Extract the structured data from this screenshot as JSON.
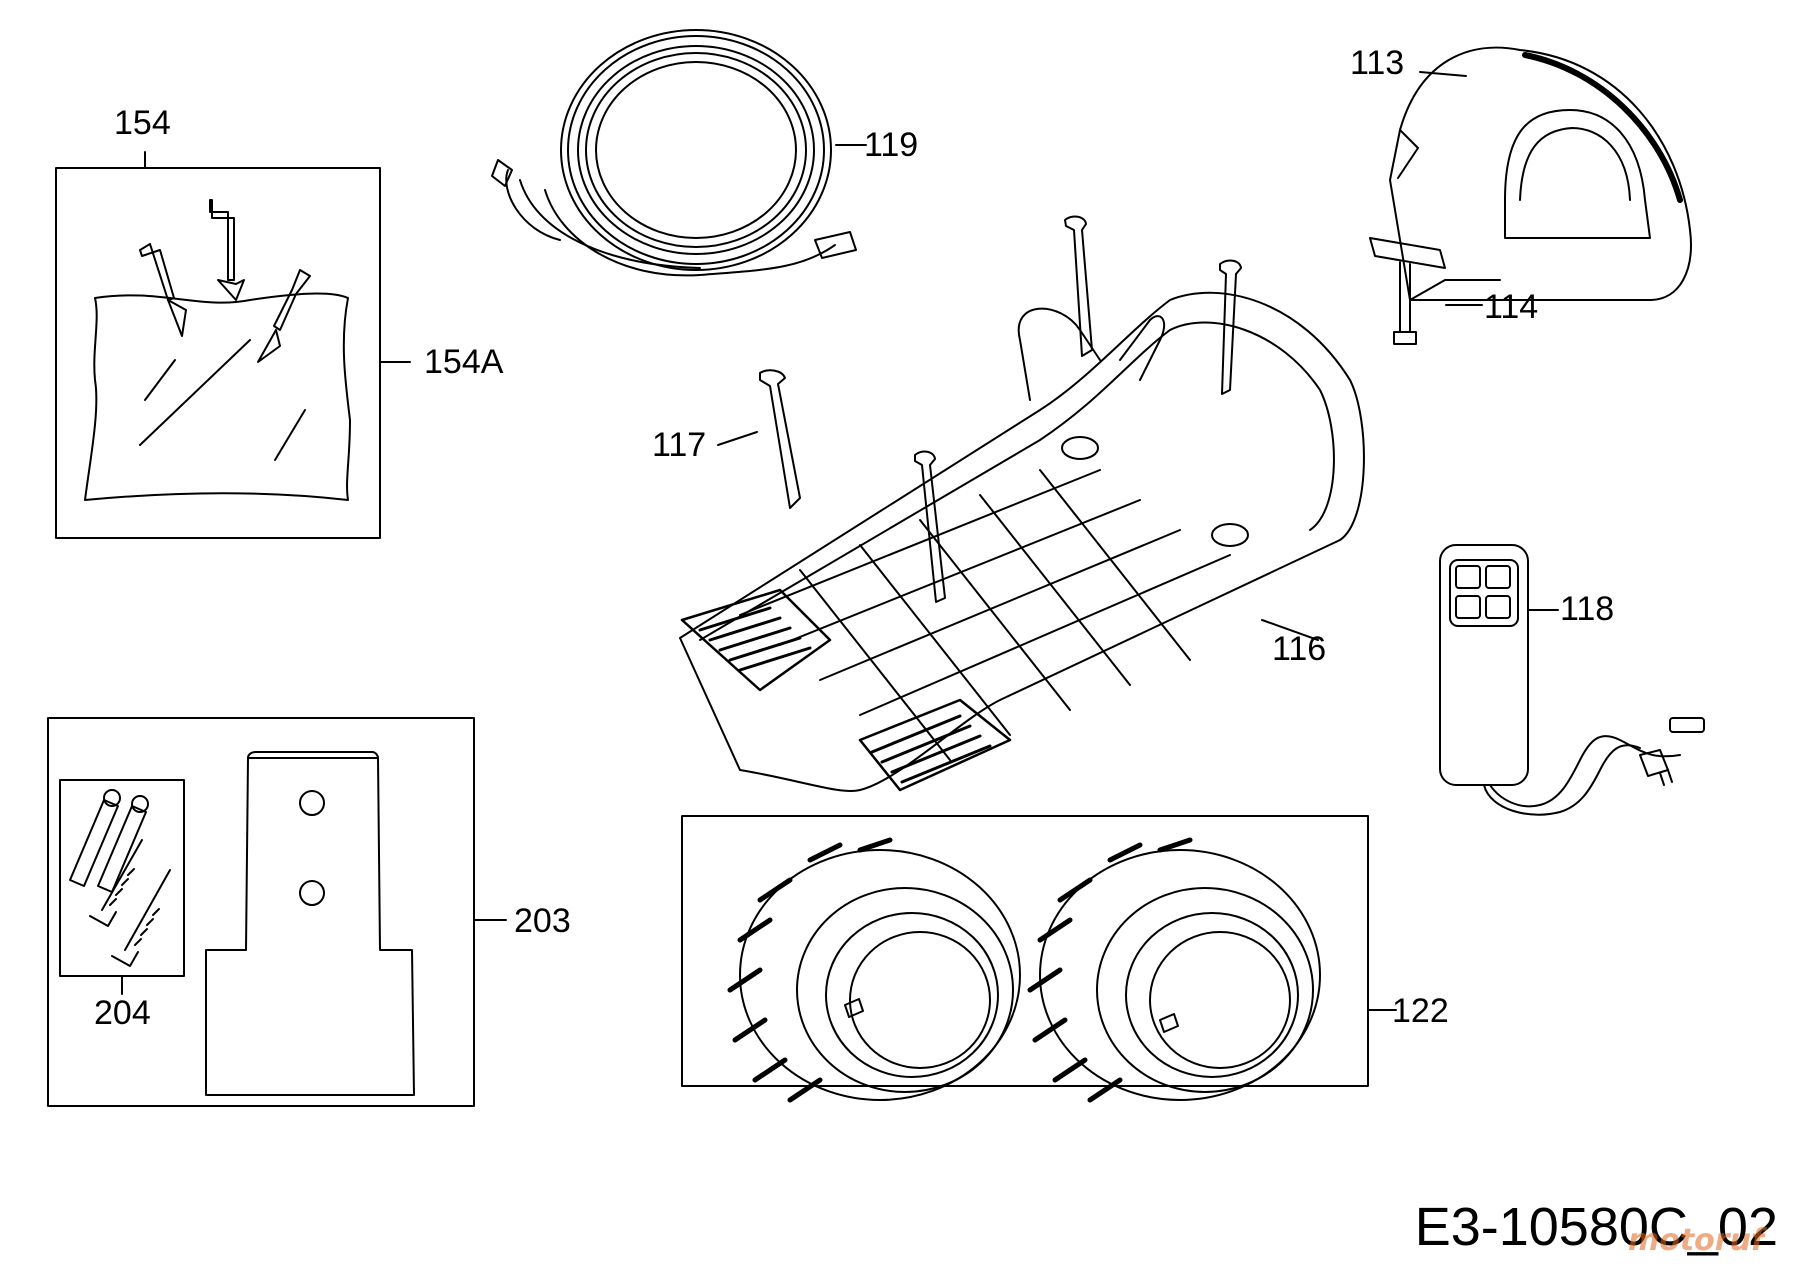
{
  "diagram": {
    "part_labels": {
      "p154": "154",
      "p154A": "154A",
      "p119": "119",
      "p113": "113",
      "p114": "114",
      "p117": "117",
      "p116": "116",
      "p118": "118",
      "p203": "203",
      "p204": "204",
      "p122": "122"
    },
    "drawing_code": "E3-10580C_02",
    "watermark": "motoruf"
  }
}
